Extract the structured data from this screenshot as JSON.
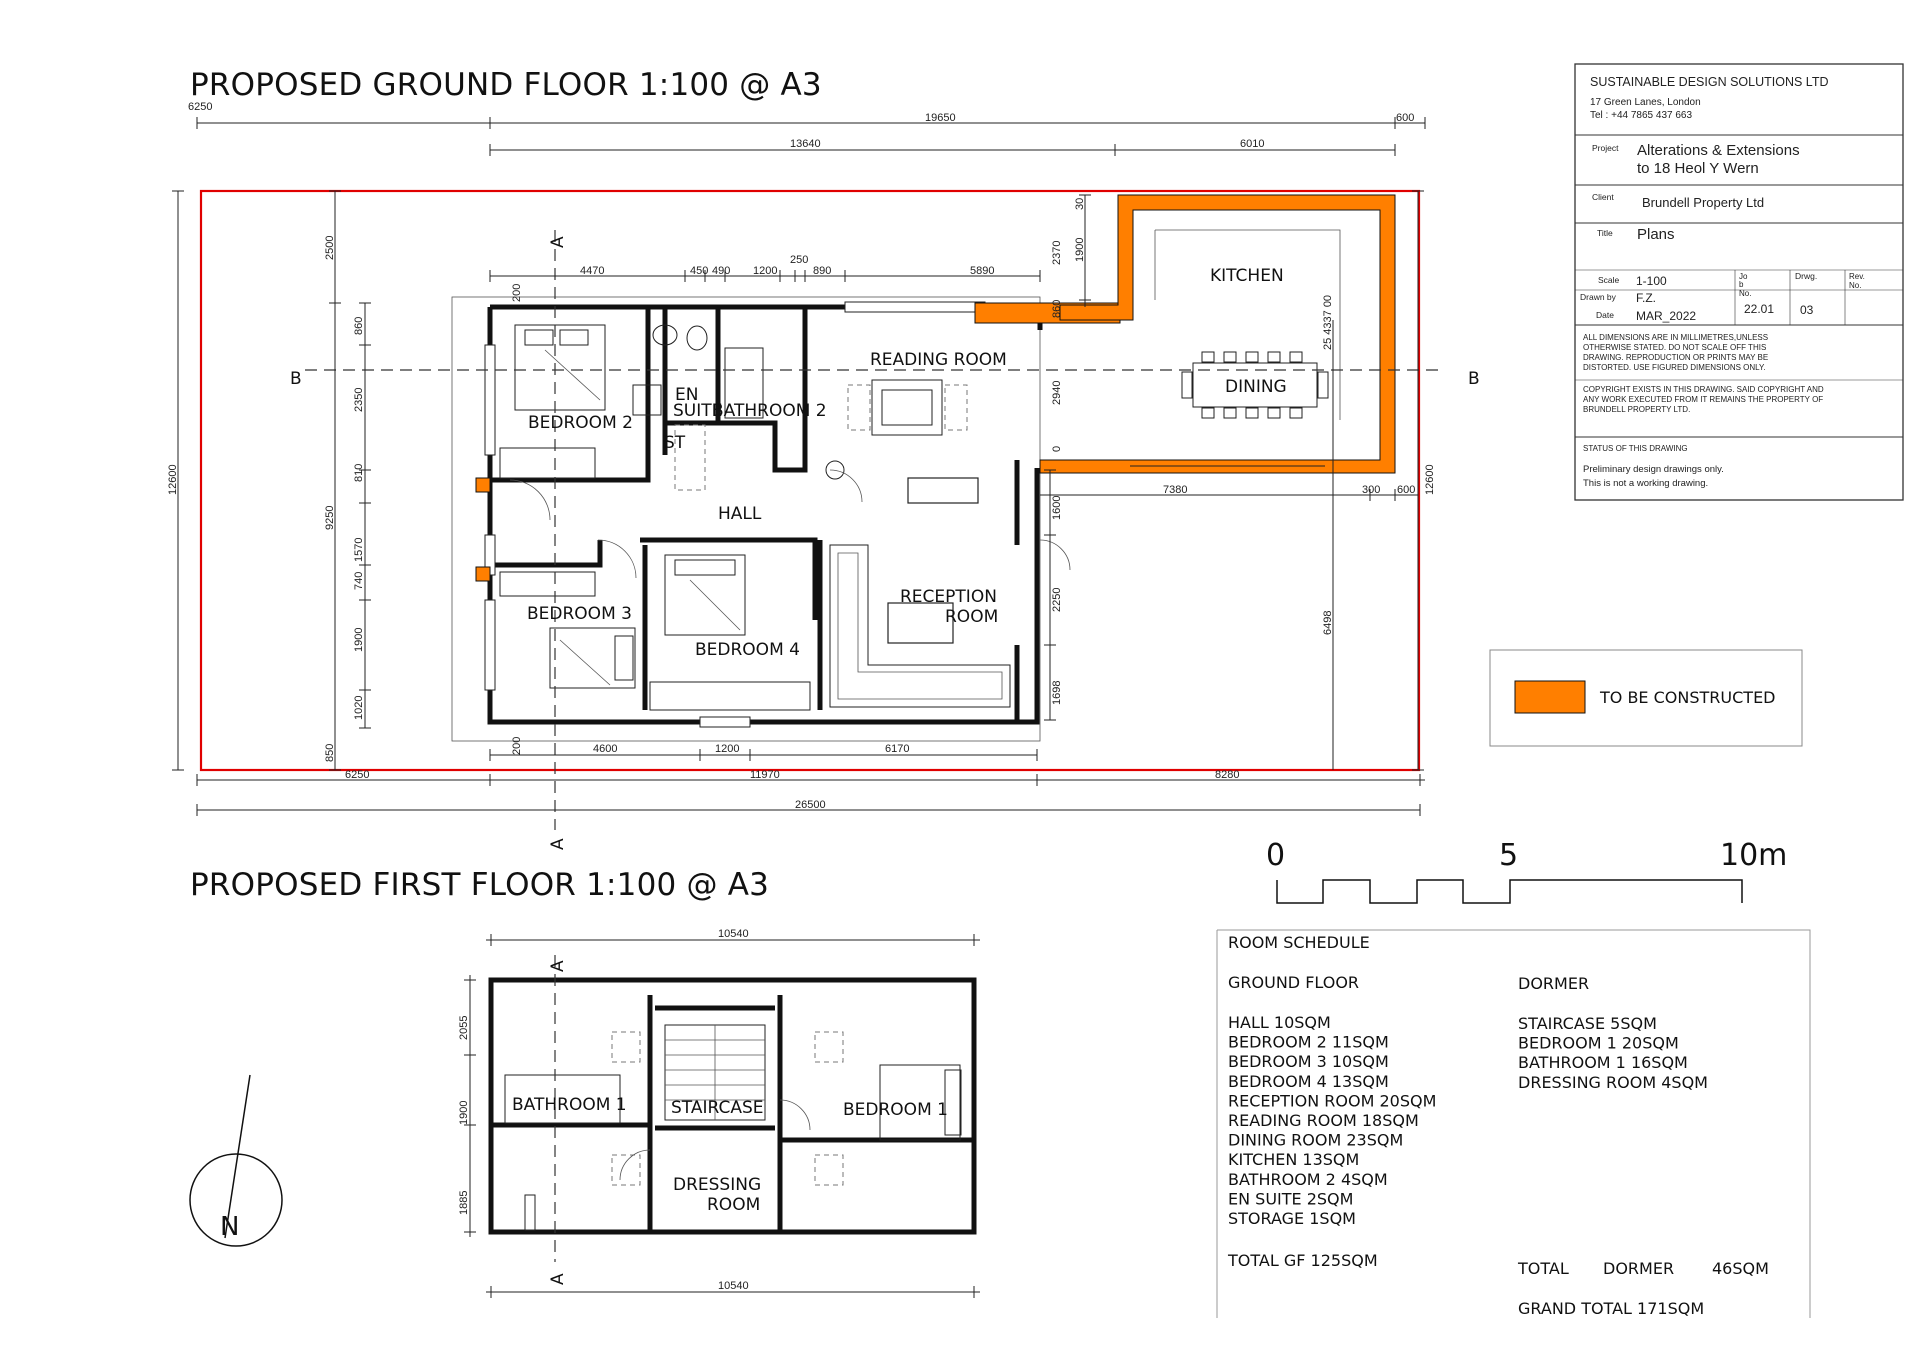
{
  "titles": {
    "ground_floor": "PROPOSED GROUND FLOOR 1:100 @ A3",
    "first_floor": "PROPOSED FIRST FLOOR 1:100 @ A3"
  },
  "ground_rooms": {
    "bedroom2": "BEDROOM 2",
    "en": "EN",
    "suite": "SUITE",
    "bathroom2": "BATHROOM 2",
    "st": "ST",
    "hall": "HALL",
    "reading": "READING ROOM",
    "kitchen": "KITCHEN",
    "dining": "DINING",
    "bedroom3": "BEDROOM 3",
    "bedroom4": "BEDROOM 4",
    "reception_1": "RECEPTION",
    "reception_2": "ROOM"
  },
  "first_rooms": {
    "bathroom1": "BATHROOM 1",
    "staircase": "STAIRCASE",
    "bedroom1": "BEDROOM 1",
    "dressing_1": "DRESSING",
    "dressing_2": "ROOM"
  },
  "section_markers": {
    "a": "A",
    "b": "B"
  },
  "dims": {
    "d6250": "6250",
    "d19650": "19650",
    "d600": "600",
    "d13640": "13640",
    "d6010": "6010",
    "d4470": "4470",
    "d450": "450",
    "d490": "490",
    "d1200": "1200",
    "d250": "250",
    "d890": "890",
    "d5890": "5890",
    "d2500": "2500",
    "d200": "200",
    "d860": "860",
    "d2350": "2350",
    "d810": "810",
    "d9250": "9250",
    "d1570": "1570",
    "d740": "740",
    "d1900": "1900",
    "d1020": "1020",
    "d850": "850",
    "d12600": "12600",
    "d2370": "2370",
    "d30": "30",
    "d2940": "2940",
    "d0": "0",
    "d254337": "25 4337 00",
    "d7380": "7380",
    "d300": "300",
    "d1600": "1600",
    "d2250": "2250",
    "d1698": "1698",
    "d6498": "6498",
    "d4600": "4600",
    "d6170": "6170",
    "d11970": "11970",
    "d8280": "8280",
    "d26500": "26500",
    "d10540": "10540",
    "d2055": "2055",
    "d1885": "1885"
  },
  "title_block": {
    "company": "SUSTAINABLE DESIGN SOLUTIONS LTD",
    "address": "17  Green  Lanes,  London",
    "tel": "Tel : +44 7865 437 663",
    "project_label": "Project",
    "project_1": "Alterations & Extensions",
    "project_2": "to 18 Heol Y Wern",
    "client_label": "Client",
    "client": "Brundell Property Ltd",
    "title_label": "Title",
    "title": "Plans",
    "scale_label": "Scale",
    "scale": "1-100",
    "job_1": "Jo",
    "job_2": "b",
    "job_3": "No.",
    "drwg_label": "Drwg.",
    "rev_1": "Rev.",
    "rev_2": "No.",
    "drawn_label": "Drawn by",
    "drawn": "F.Z.",
    "job_no": "22.01",
    "drwg_no": "03",
    "date_label": "Date",
    "date": "MAR_2022",
    "note1": [
      "ALL DIMENSIONS ARE IN MILLIMETRES,UNLESS",
      "OTHERWISE STATED. DO NOT SCALE OFF THIS",
      "DRAWING. REPRODUCTION OR PRINTS MAY BE",
      "DISTORTED. USE FIGURED DIMENSIONS ONLY."
    ],
    "note2": [
      "COPYRIGHT EXISTS IN THIS DRAWING. SAID COPYRIGHT AND",
      "ANY WORK EXECUTED FROM IT REMAINS THE PROPERTY OF",
      "BRUNDELL PROPERTY LTD."
    ],
    "status_label": "STATUS OF THIS DRAWING",
    "status_1": "Preliminary design drawings only.",
    "status_2": "This is not a working drawing."
  },
  "legend": {
    "label": "TO BE CONSTRUCTED",
    "swatch_color": "#ff7f00"
  },
  "scale_bar": {
    "l0": "0",
    "l5": "5",
    "l10": "10m"
  },
  "north": {
    "label": "N"
  },
  "schedule": {
    "heading": "ROOM SCHEDULE",
    "ground_heading": "GROUND FLOOR",
    "dormer_heading": "DORMER",
    "ground_items": [
      "HALL 10SQM",
      "BEDROOM 2 11SQM",
      "BEDROOM 3 10SQM",
      "BEDROOM 4 13SQM",
      "RECEPTION ROOM 20SQM",
      "READING ROOM 18SQM",
      "DINING ROOM 23SQM",
      "KITCHEN 13SQM",
      "BATHROOM 2 4SQM",
      "EN SUITE 2SQM",
      "STORAGE 1SQM"
    ],
    "dormer_items": [
      "STAIRCASE 5SQM",
      "BEDROOM 1 20SQM",
      "BATHROOM 1 16SQM",
      "DRESSING ROOM 4SQM"
    ],
    "total_gf": "TOTAL GF 125SQM",
    "total_label": "TOTAL",
    "dormer_label": "DORMER",
    "total_dormer": "46SQM",
    "grand_total": "GRAND TOTAL 171SQM"
  }
}
